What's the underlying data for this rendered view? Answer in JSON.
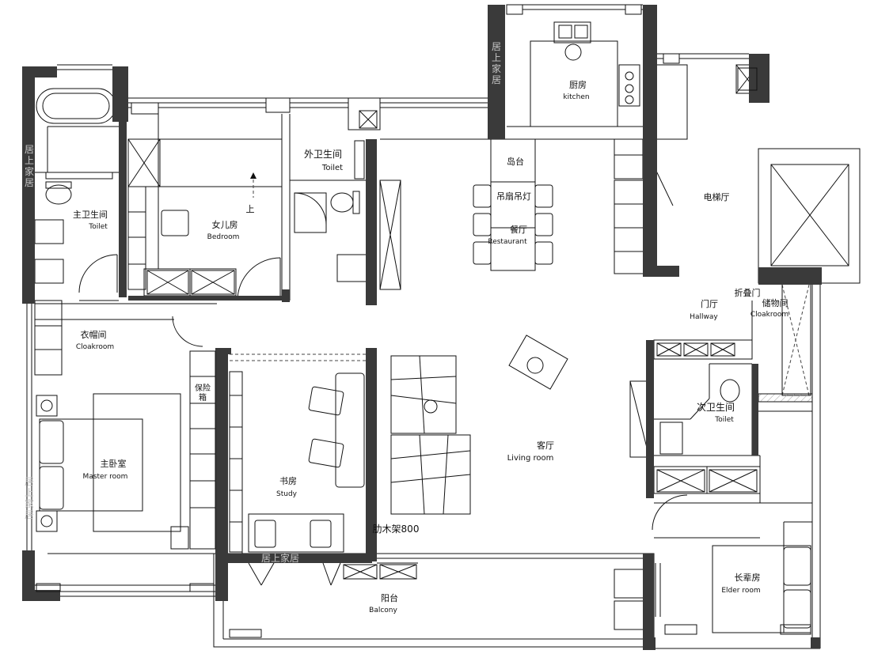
{
  "rooms": {
    "master_bath": {
      "zh": "主卫生间",
      "en": "Toilet"
    },
    "daughter": {
      "zh": "女儿房",
      "en": "Bedroom"
    },
    "guest_bath": {
      "zh": "外卫生间",
      "en": "Toilet"
    },
    "kitchen": {
      "zh": "厨房",
      "en": "kitchen"
    },
    "island": {
      "zh": "岛台"
    },
    "fan_lamp": {
      "zh": "吊扇吊灯"
    },
    "restaurant": {
      "zh": "餐厅",
      "en": "Restaurant"
    },
    "elevator": {
      "zh": "电梯厅"
    },
    "hallway": {
      "zh": "门厅",
      "en": "Hallway"
    },
    "folding_door": {
      "zh": "折叠门"
    },
    "storage": {
      "zh": "储物间",
      "en": "Cloakroom"
    },
    "cloakroom": {
      "zh": "衣帽间",
      "en": "Cloakroom"
    },
    "safe": {
      "zh": "保险箱"
    },
    "master": {
      "zh": "主卧室",
      "en": "Master room"
    },
    "study": {
      "zh": "书房",
      "en": "Study"
    },
    "living": {
      "zh": "客厅",
      "en": "Living room"
    },
    "second_bath": {
      "zh": "次卫生间",
      "en": "Toilet"
    },
    "elder": {
      "zh": "长辈房",
      "en": "Elder room"
    },
    "balcony": {
      "zh": "阳台",
      "en": "Balcony"
    },
    "wallbars": {
      "zh": "肋木架800"
    }
  },
  "annotations": {
    "up_arrow": "上"
  },
  "watermark": "居上家居",
  "colors": {
    "wall": "#3a3a3a",
    "line": "#111111",
    "dash": "#444444"
  }
}
